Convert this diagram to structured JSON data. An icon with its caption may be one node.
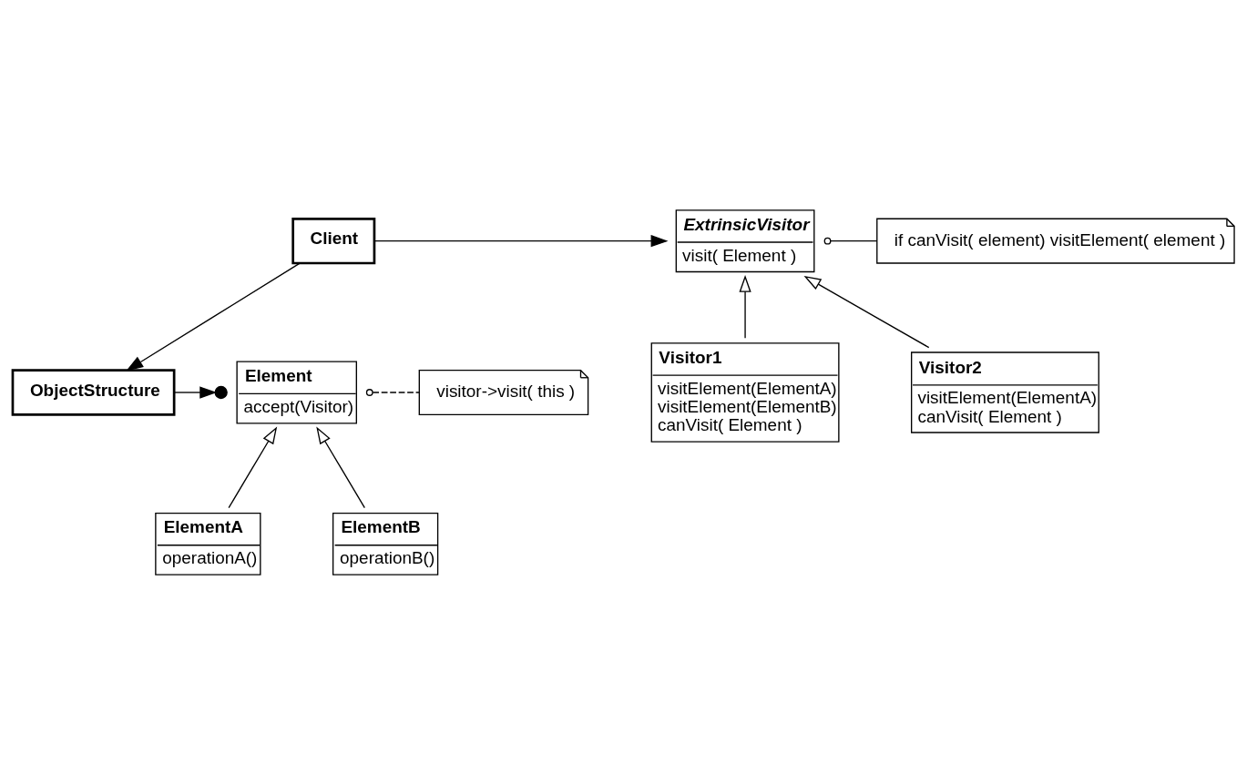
{
  "diagram": {
    "nodes": [
      {
        "text": [
          "Client"
        ]
      },
      {
        "text": [
          "ExtrinsicVisitor",
          "visit( Element )"
        ]
      },
      {
        "text": [
          "if canVisit( element) visitElement( element )"
        ]
      },
      {
        "text": [
          "Visitor1",
          "visitElement(ElementA)",
          "visitElement(ElementB)",
          "canVisit( Element )"
        ]
      },
      {
        "text": [
          "Visitor2",
          "visitElement(ElementA)",
          "canVisit( Element )"
        ]
      },
      {
        "text": [
          "ObjectStructure"
        ]
      },
      {
        "text": [
          "Element",
          "accept(Visitor)"
        ]
      },
      {
        "text": [
          "visitor->visit( this )"
        ]
      },
      {
        "text": [
          "ElementA",
          "operationA()"
        ]
      },
      {
        "text": [
          "ElementB",
          "operationB()"
        ]
      }
    ],
    "edges": [
      {
        "from": 0,
        "to": 1,
        "arrow": "to"
      },
      {
        "from": 0,
        "to": 5,
        "arrow": "to"
      },
      {
        "from": 1,
        "to": 2,
        "arrow": "other"
      },
      {
        "from": 3,
        "to": 1,
        "arrow": "to"
      },
      {
        "from": 4,
        "to": 1,
        "arrow": "to"
      },
      {
        "from": 5,
        "to": 6,
        "arrow": "to"
      },
      {
        "from": 6,
        "to": 7,
        "arrow": "other",
        "style": "dashed"
      },
      {
        "from": 8,
        "to": 6,
        "arrow": "to"
      },
      {
        "from": 9,
        "to": 6,
        "arrow": "to"
      }
    ]
  }
}
